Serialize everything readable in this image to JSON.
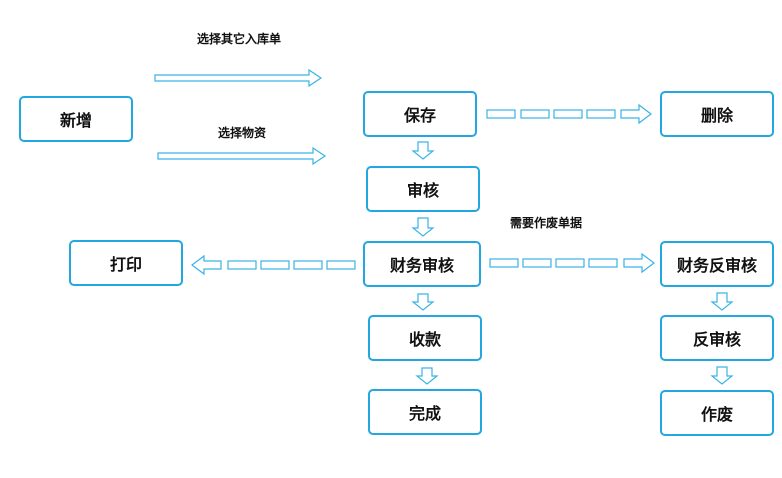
{
  "nodes": {
    "add": "新增",
    "save": "保存",
    "delete": "删除",
    "review": "审核",
    "finance_review": "财务审核",
    "print": "打印",
    "finance_unreview": "财务反审核",
    "receive_payment": "收款",
    "unreview": "反审核",
    "complete": "完成",
    "void": "作废"
  },
  "edge_labels": {
    "select_other_inbound": "选择其它入库单",
    "select_goods": "选择物资",
    "need_void": "需要作废单据"
  },
  "colors": {
    "box_border": "#22a7e0",
    "arrow_stroke": "#3ab3e6",
    "arrow_fill": "#ffffff",
    "text": "#111111"
  }
}
